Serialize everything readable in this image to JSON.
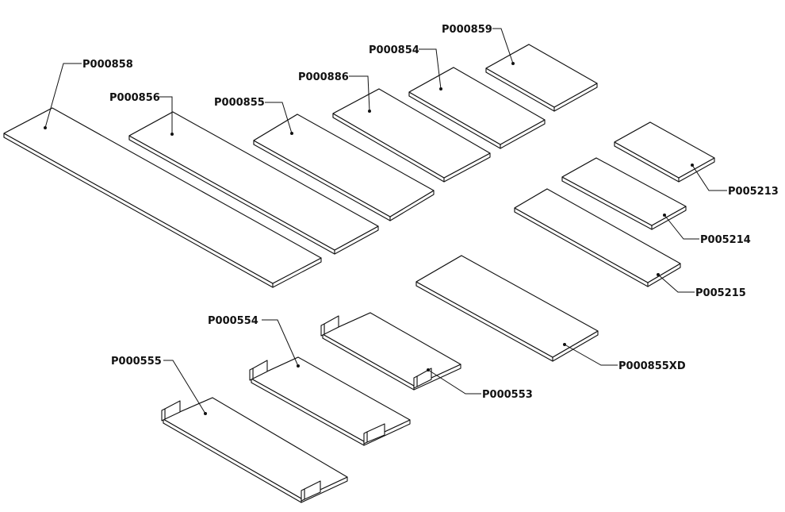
{
  "parts": [
    {
      "id": "p000858",
      "label": "P000858"
    },
    {
      "id": "p000856",
      "label": "P000856"
    },
    {
      "id": "p000855",
      "label": "P000855"
    },
    {
      "id": "p000886",
      "label": "P000886"
    },
    {
      "id": "p000854",
      "label": "P000854"
    },
    {
      "id": "p000859",
      "label": "P000859"
    },
    {
      "id": "p005213",
      "label": "P005213"
    },
    {
      "id": "p005214",
      "label": "P005214"
    },
    {
      "id": "p005215",
      "label": "P005215"
    },
    {
      "id": "p000855xd",
      "label": "P000855XD"
    },
    {
      "id": "p000554",
      "label": "P000554"
    },
    {
      "id": "p000553",
      "label": "P000553"
    },
    {
      "id": "p000555",
      "label": "P000555"
    }
  ]
}
